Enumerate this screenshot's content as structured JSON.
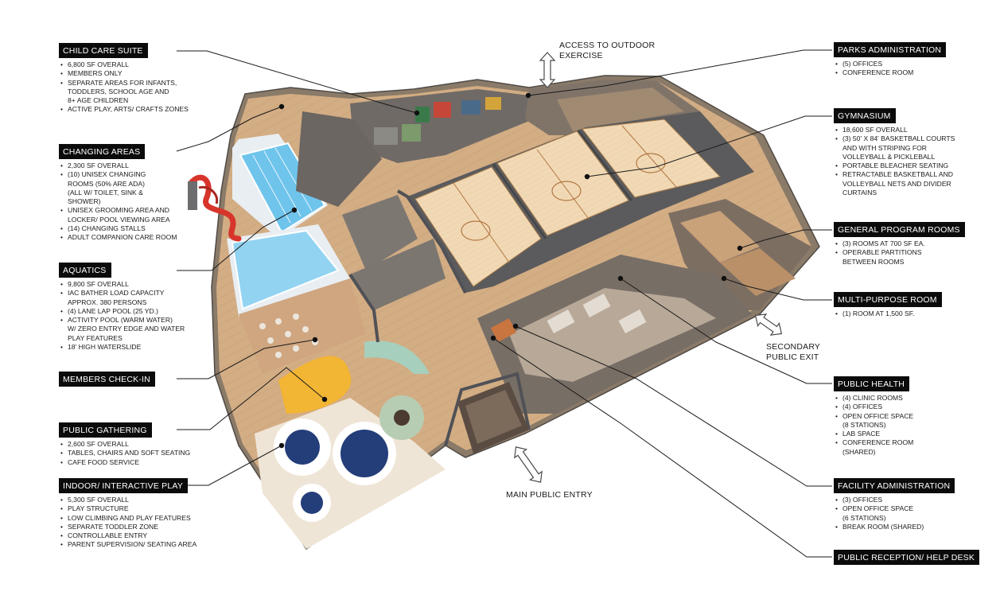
{
  "callouts": {
    "child_care": {
      "title": "CHILD CARE SUITE",
      "items": [
        "6,800 SF OVERALL",
        "MEMBERS ONLY",
        "SEPARATE AREAS FOR INFANTS,\nTODDLERS, SCHOOL AGE AND\n8+ AGE CHILDREN",
        "ACTIVE PLAY, ARTS/ CRAFTS ZONES"
      ]
    },
    "changing": {
      "title": "CHANGING AREAS",
      "items": [
        "2,300 SF OVERALL",
        "(10) UNISEX CHANGING\nROOMS (50% ARE ADA)\n(ALL W/ TOILET, SINK &\nSHOWER)",
        "UNISEX GROOMING AREA AND\nLOCKER/ POOL VIEWING AREA",
        "(14) CHANGING STALLS",
        "ADULT COMPANION CARE ROOM"
      ]
    },
    "aquatics": {
      "title": "AQUATICS",
      "items": [
        "9,800 SF OVERALL",
        "IAC BATHER LOAD CAPACITY\nAPPROX. 380 PERSONS",
        "(4) LANE LAP POOL (25 YD.)",
        "ACTIVITY POOL (WARM WATER)\nW/ ZERO ENTRY EDGE AND WATER\nPLAY FEATURES",
        "18' HIGH WATERSLIDE"
      ]
    },
    "members_checkin": {
      "title": "MEMBERS CHECK-IN",
      "items": []
    },
    "public_gathering": {
      "title": "PUBLIC GATHERING",
      "items": [
        "2,600 SF OVERALL",
        "TABLES, CHAIRS AND SOFT SEATING",
        "CAFE  FOOD SERVICE"
      ]
    },
    "indoor_play": {
      "title": "INDOOR/ INTERACTIVE PLAY",
      "items": [
        "5,300 SF OVERALL",
        "PLAY STRUCTURE",
        "LOW CLIMBING AND PLAY FEATURES",
        "SEPARATE TODDLER ZONE",
        "CONTROLLABLE ENTRY",
        "PARENT SUPERVISION/ SEATING AREA"
      ]
    },
    "parks_admin": {
      "title": "PARKS ADMINISTRATION",
      "items": [
        "(5) OFFICES",
        "CONFERENCE ROOM"
      ]
    },
    "gymnasium": {
      "title": "GYMNASIUM",
      "items": [
        "18,600 SF OVERALL",
        "(3) 50' x 84' BASKETBALL  COURTS\nAND WITH STRIPING FOR\nVOLLEYBALL & PICKLEBALL",
        "PORTABLE BLEACHER SEATING",
        "RETRACTABLE BASKETBALL AND\nVOLLEYBALL NETS AND DIVIDER\nCURTAINS"
      ]
    },
    "program_rooms": {
      "title": "GENERAL PROGRAM ROOMS",
      "items": [
        "(3) ROOMS AT 700 SF EA.",
        "OPERABLE PARTITIONS\nBETWEEN ROOMS"
      ]
    },
    "multipurpose": {
      "title": "MULTI-PURPOSE ROOM",
      "items": [
        "(1) ROOM AT 1,500 SF."
      ]
    },
    "public_health": {
      "title": "PUBLIC HEALTH",
      "items": [
        "(4) CLINIC ROOMS",
        "(4) OFFICES",
        "OPEN OFFICE SPACE\n(8 STATIONS)",
        "LAB SPACE",
        "CONFERENCE ROOM\n(SHARED)"
      ]
    },
    "facility_admin": {
      "title": "FACILITY ADMINISTRATION",
      "items": [
        "(3) OFFICES",
        "OPEN OFFICE SPACE\n(6 STATIONS)",
        "BREAK ROOM (SHARED)"
      ]
    },
    "reception": {
      "title": "PUBLIC RECEPTION/ HELP DESK",
      "items": []
    }
  },
  "flows": {
    "outdoor": "ACCESS TO OUTDOOR\nEXERCISE",
    "secondary": "SECONDARY\nPUBLIC EXIT",
    "main_entry": "MAIN PUBLIC ENTRY"
  },
  "colors": {
    "label_bg": "#0b0b0b",
    "floor_wood": "#d6b38a",
    "court": "#f0d8b4",
    "pool_water": "#6ec3ec",
    "wall": "#5d5f63",
    "play_yellow": "#f2b534",
    "play_navy": "#243e7a",
    "slide_red": "#d7342b"
  }
}
